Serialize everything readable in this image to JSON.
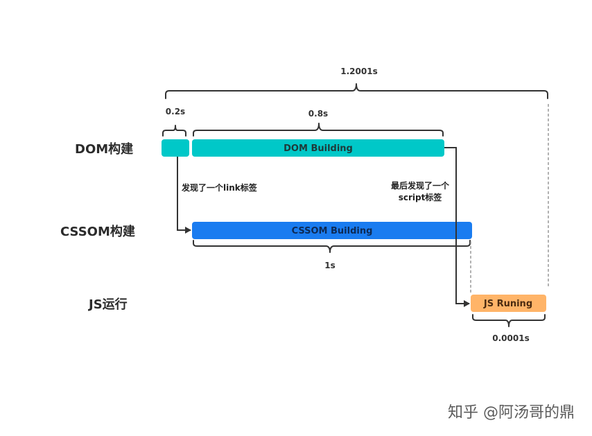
{
  "rows": {
    "dom": "DOM构建",
    "cssom": "CSSOM构建",
    "js": "JS运行"
  },
  "bars": {
    "dom": "DOM Building",
    "cssom": "CSSOM Building",
    "js": "JS Runing"
  },
  "durations": {
    "total": "1.2001s",
    "pre": "0.2s",
    "dom": "0.8s",
    "cssom": "1s",
    "js": "0.0001s"
  },
  "notes": {
    "link_found": "发现了一个link标签",
    "script_found_line1": "最后发现了一个",
    "script_found_line2": "script标签"
  },
  "colors": {
    "dom": "#00c8c8",
    "cssom": "#1a7cf0",
    "js": "#ffb468"
  },
  "watermark": "知乎 @阿汤哥的鼎"
}
